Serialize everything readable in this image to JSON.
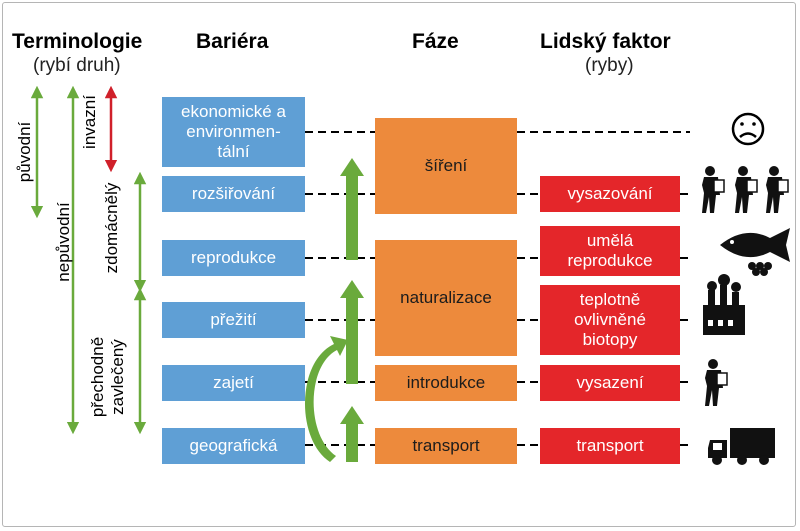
{
  "headers": {
    "terminology": "Terminologie",
    "terminology_sub": "(rybí druh)",
    "barrier": "Bariéra",
    "phase": "Fáze",
    "human_factor": "Lidský faktor",
    "human_factor_sub": "(ryby)"
  },
  "terms": {
    "native": "původní",
    "non_native": "nepůvodní",
    "invasive": "invazní",
    "naturalized": "zdomácnělý",
    "casual_line1": "přechodně",
    "casual_line2": "zavlečený"
  },
  "barriers": [
    {
      "label": "ekonomické a environmen-tální"
    },
    {
      "label": "rozšiřování"
    },
    {
      "label": "reprodukce"
    },
    {
      "label": "přežití"
    },
    {
      "label": "zajetí"
    },
    {
      "label": "geografická"
    }
  ],
  "phases": [
    {
      "label": "šíření"
    },
    {
      "label": "naturalizace"
    },
    {
      "label": "introdukce"
    },
    {
      "label": "transport"
    }
  ],
  "human_factors": [
    {
      "label": "vysazování"
    },
    {
      "label": "umělá reprodukce"
    },
    {
      "label": "teplotně ovlivněné biotopy"
    },
    {
      "label": "vysazení"
    },
    {
      "label": "transport"
    }
  ],
  "icons": [
    "sad-face-icon",
    "people-stocking-icon",
    "fish-icon",
    "factory-icon",
    "person-stocking-icon",
    "truck-icon"
  ],
  "colors": {
    "blue": "#5f9fd5",
    "orange": "#ed8a3c",
    "red": "#e4262a",
    "green": "#6aaa3c",
    "dark_red": "#d0202a"
  }
}
